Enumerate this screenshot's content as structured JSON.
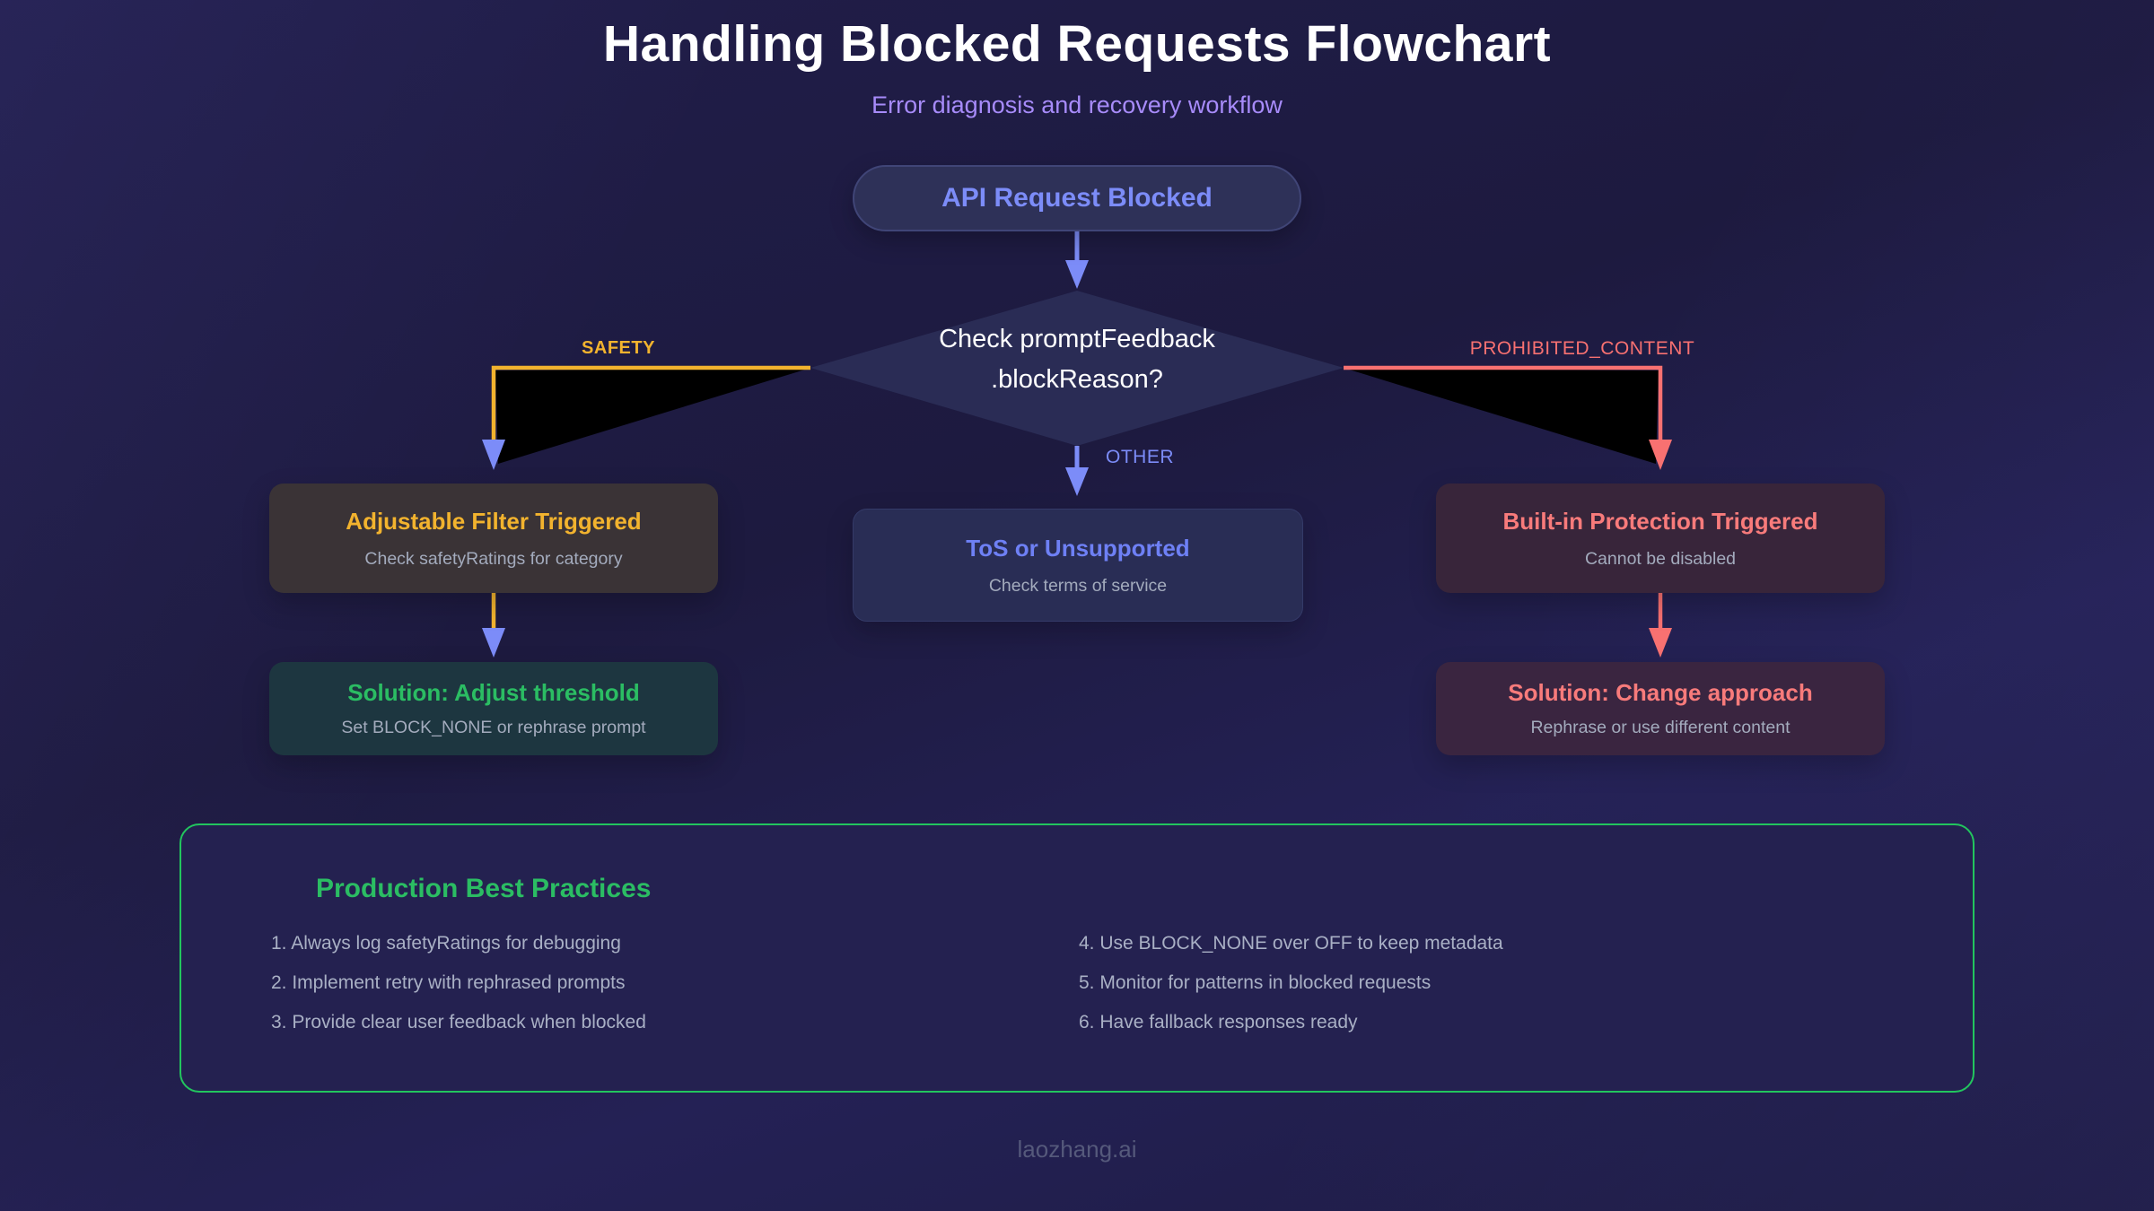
{
  "colors": {
    "accent_blue": "#7c8cf8",
    "amber": "#f2b32e",
    "red": "#f87171",
    "green": "#2bbd63",
    "green_border": "#22c55e",
    "purple": "#a78bfa"
  },
  "header": {
    "title": "Handling Blocked Requests Flowchart",
    "subtitle": "Error diagnosis and recovery workflow"
  },
  "flowchart": {
    "start": {
      "label": "API Request Blocked"
    },
    "decision": {
      "label_line1": "Check promptFeedback",
      "label_line2": ".blockReason?"
    },
    "branches": {
      "left_label": "SAFETY",
      "middle_label": "OTHER",
      "right_label": "PROHIBITED_CONTENT"
    },
    "nodes": {
      "safety": {
        "title": "Adjustable Filter Triggered",
        "subtitle": "Check safetyRatings for category"
      },
      "safety_solution": {
        "title": "Solution: Adjust threshold",
        "subtitle": "Set BLOCK_NONE or rephrase prompt"
      },
      "other": {
        "title": "ToS or Unsupported",
        "subtitle": "Check terms of service"
      },
      "prohibited": {
        "title": "Built-in Protection Triggered",
        "subtitle": "Cannot be disabled"
      },
      "prohibited_solution": {
        "title": "Solution: Change approach",
        "subtitle": "Rephrase or use different content"
      }
    }
  },
  "best_practices": {
    "title": "Production Best Practices",
    "left_items": [
      "1. Always log safetyRatings for debugging",
      "2. Implement retry with rephrased prompts",
      "3. Provide clear user feedback when blocked"
    ],
    "right_items": [
      "4. Use BLOCK_NONE over OFF to keep metadata",
      "5. Monitor for patterns in blocked requests",
      "6. Have fallback responses ready"
    ]
  },
  "footer": {
    "brand": "laozhang.ai"
  }
}
